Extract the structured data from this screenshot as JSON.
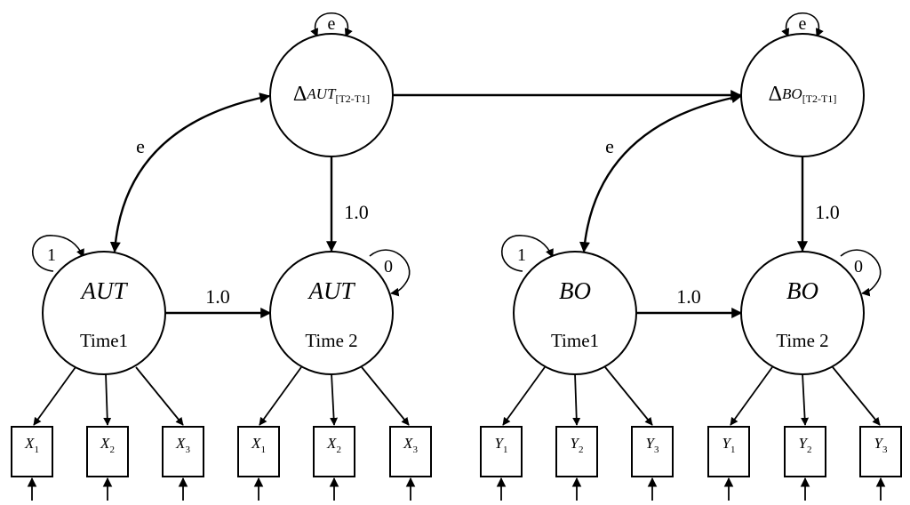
{
  "labels": {
    "delta_symbol": "Δ",
    "aut": "AUT",
    "bo": "BO",
    "sub_t2_t1": "[T2-T1]",
    "time1": "Time1",
    "time2": "Time 2",
    "one_point_zero": "1.0",
    "one": "1",
    "zero": "0",
    "e": "e",
    "X": "X",
    "Y": "Y",
    "i1": "1",
    "i2": "2",
    "i3": "3"
  }
}
